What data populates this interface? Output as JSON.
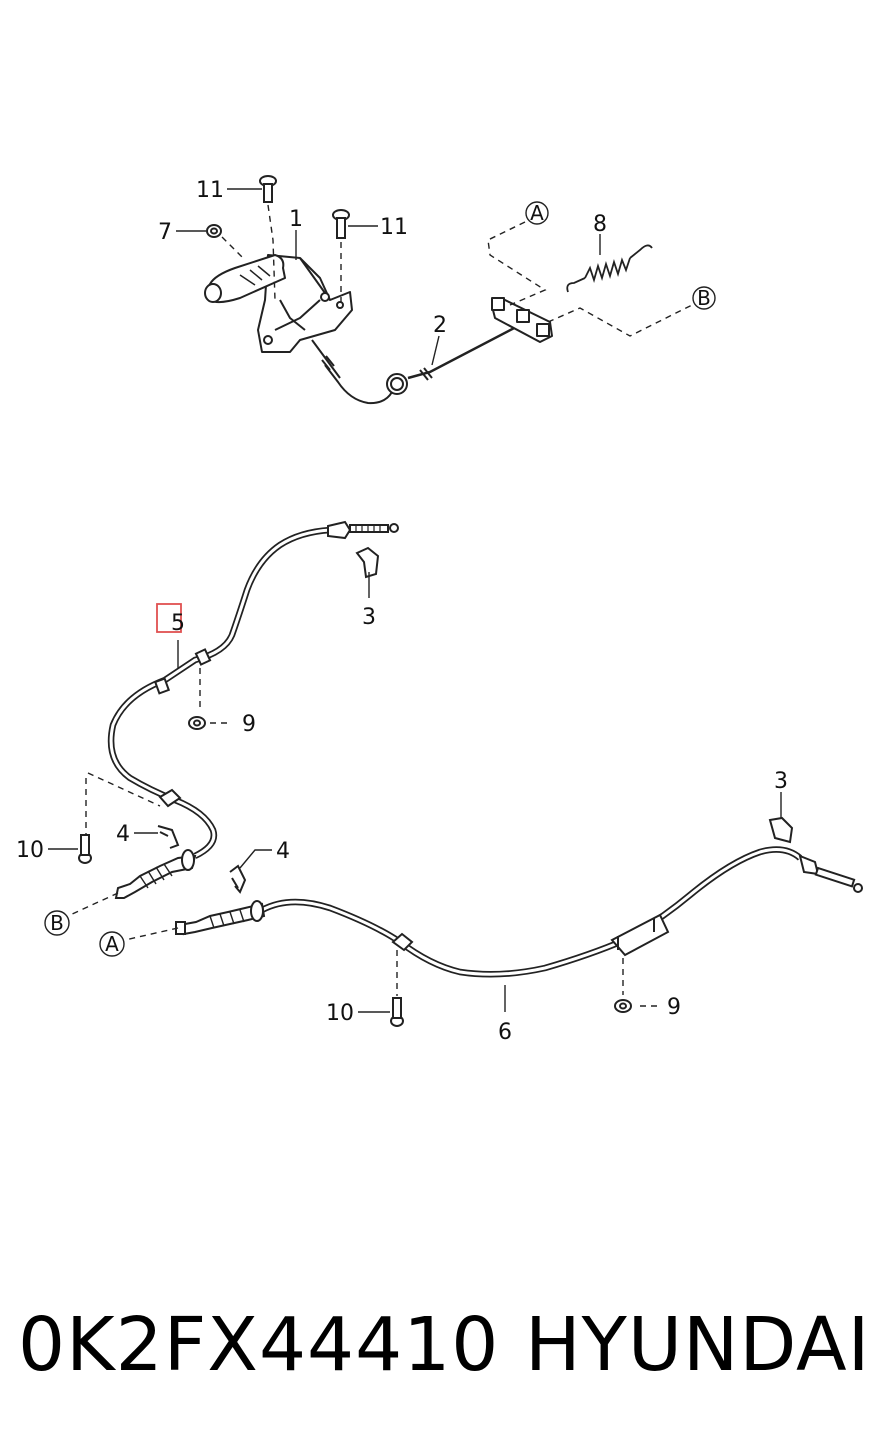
{
  "diagram": {
    "callouts": {
      "c1": "1",
      "c2": "2",
      "c3a": "3",
      "c3b": "3",
      "c4a": "4",
      "c4b": "4",
      "c5": "5",
      "c6": "6",
      "c7": "7",
      "c8": "8",
      "c9a": "9",
      "c9b": "9",
      "c10a": "10",
      "c10b": "10",
      "c11a": "11",
      "c11b": "11"
    },
    "refs": {
      "a_top": "A",
      "b_top": "B",
      "a_bottom": "A",
      "b_bottom": "B"
    },
    "highlight_color": "#e05050"
  },
  "caption": {
    "part_number": "0K2FX44410",
    "brand": "HYUNDAI"
  }
}
